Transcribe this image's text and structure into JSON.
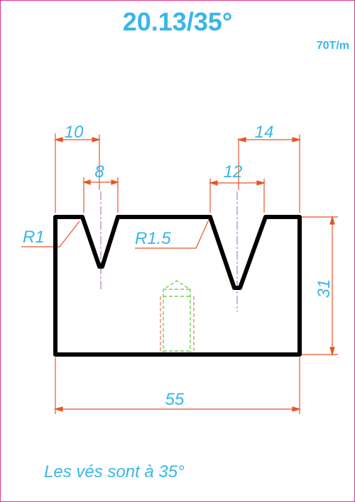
{
  "title": "20.13/35°",
  "capacity": "70T/m",
  "footer_note": "Les vés sont à 35°",
  "dimensions": {
    "left_offset": "10",
    "left_v_opening": "8",
    "right_offset": "14",
    "right_v_opening": "12",
    "left_radius": "R1",
    "right_radius": "R1.5",
    "height": "31",
    "width": "55"
  },
  "colors": {
    "text": "#39b6e8",
    "dimension_line": "#e8552a",
    "outline": "#000000",
    "centerline": "#b07ac8",
    "hidden_feature": "#5ac83c",
    "frame": "#e0328c"
  }
}
